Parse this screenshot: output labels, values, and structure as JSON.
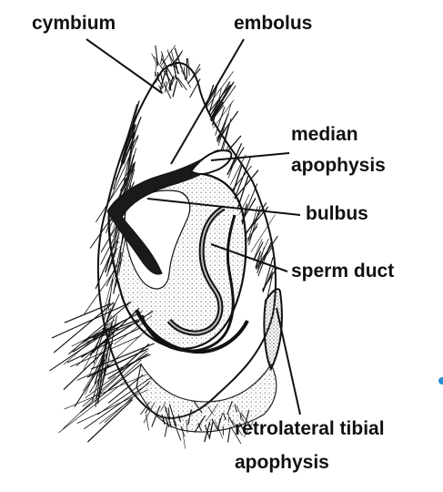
{
  "labels": {
    "cymbium": "cymbium",
    "embolus": "embolus",
    "median_apophysis_line1": "median",
    "median_apophysis_line2": "apophysis",
    "bulbus": "bulbus",
    "sperm_duct": "sperm duct",
    "rta_line1": "retrolateral tibial",
    "rta_line2": "apophysis"
  },
  "colors": {
    "ink": "#111111",
    "stipple": "#8a8a8a",
    "background": "#ffffff",
    "edge_dot": "#2a8fd0"
  }
}
